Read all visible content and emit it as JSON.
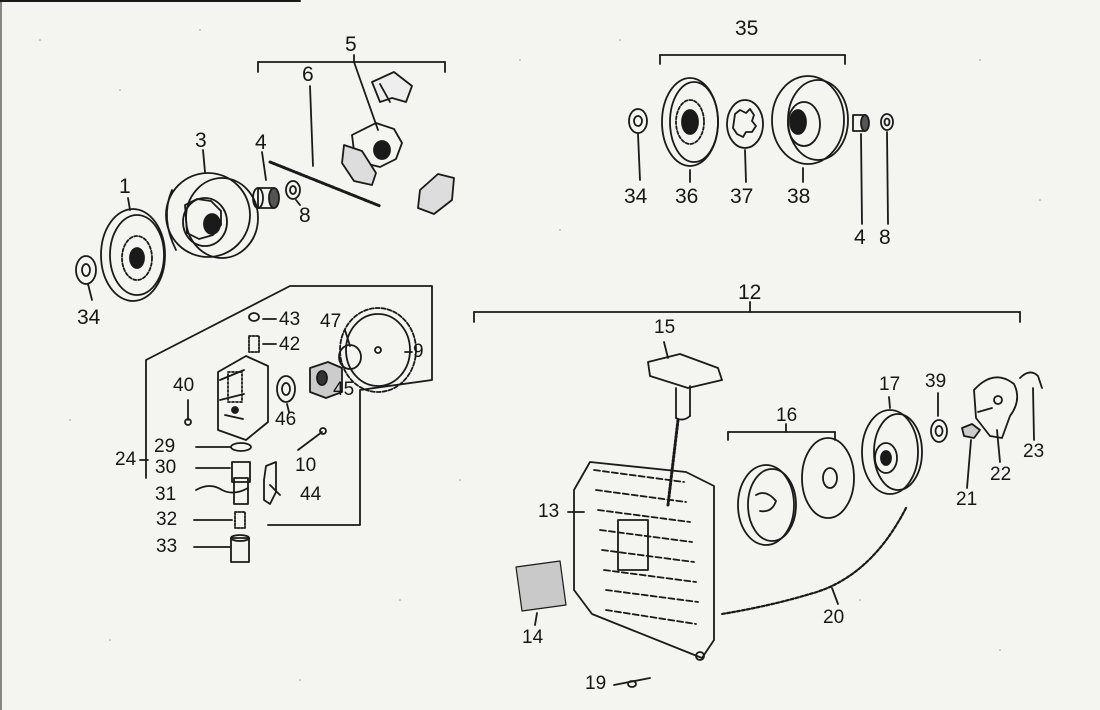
{
  "callouts": {
    "c1": "1",
    "c3": "3",
    "c4a": "4",
    "c5": "5",
    "c6": "6",
    "c8a": "8",
    "c34a": "34",
    "c35": "35",
    "c34b": "34",
    "c36": "36",
    "c37": "37",
    "c38": "38",
    "c4b": "4",
    "c8b": "8",
    "c43": "43",
    "c42": "42",
    "c47": "47",
    "c9": "9",
    "c40": "40",
    "c45": "45",
    "c46": "46",
    "c29": "29",
    "c24": "24",
    "c30": "30",
    "c10": "10",
    "c31": "31",
    "c44": "44",
    "c32": "32",
    "c33": "33",
    "c12": "12",
    "c15": "15",
    "c16": "16",
    "c17": "17",
    "c39": "39",
    "c13": "13",
    "c21": "21",
    "c22": "22",
    "c23": "23",
    "c20": "20",
    "c14": "14",
    "c19": "19"
  }
}
